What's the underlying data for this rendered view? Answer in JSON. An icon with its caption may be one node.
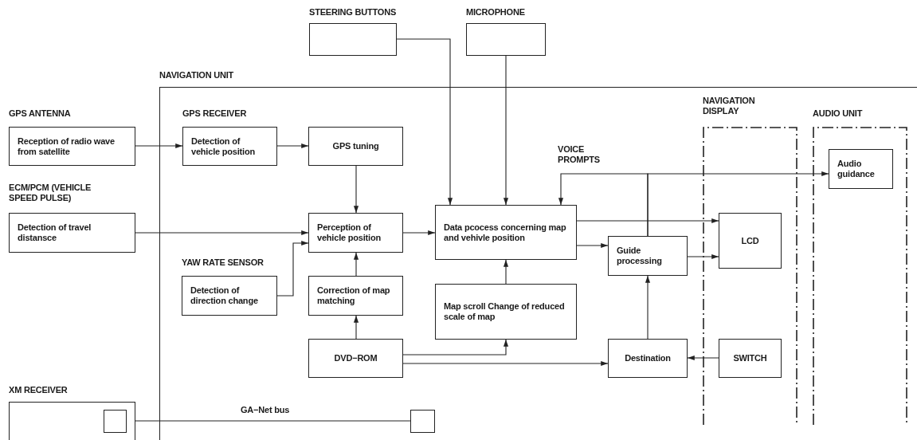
{
  "diagram": {
    "nodes": [
      {
        "text": [
          "NAVIGATION UNIT"
        ]
      },
      {
        "text": [
          "GPS ANTENNA",
          "Reception of radio wave from satellite"
        ]
      },
      {
        "text": [
          "ECM/PCM (VEHICLE SPEED PULSE)",
          "Detection of travel distansce"
        ]
      },
      {
        "text": [
          "XM RECEIVER"
        ]
      },
      {
        "text": [],
        "shape": "box",
        "in": 3
      },
      {
        "text": [
          "STEERING BUTTONS"
        ]
      },
      {
        "text": [
          "MICROPHONE"
        ]
      },
      {
        "text": [
          "GPS RECEIVER",
          "Detection of vehicle position"
        ],
        "in": 0
      },
      {
        "text": [
          "GPS tuning"
        ],
        "in": 0
      },
      {
        "text": [
          "Perception of vehicle position"
        ],
        "in": 0
      },
      {
        "text": [
          "YAW RATE SENSOR",
          "Detection of direction change"
        ],
        "in": 0
      },
      {
        "text": [
          "Correction of map matching"
        ],
        "in": 0
      },
      {
        "text": [
          "DVD−ROM"
        ],
        "in": 0
      },
      {
        "text": [
          "Data pcocess concerning map and vehivle position"
        ],
        "in": 0
      },
      {
        "text": [
          "Map scroll Change of reduced scale of map"
        ],
        "in": 0
      },
      {
        "text": [
          "Guide processing"
        ],
        "in": 0
      },
      {
        "text": [
          "Destination"
        ],
        "in": 0
      },
      {
        "text": [
          "NAVIGATION DISPLAY"
        ],
        "in": 0
      },
      {
        "text": [
          "LCD"
        ],
        "in": 17
      },
      {
        "text": [
          "SWITCH"
        ],
        "in": 17
      },
      {
        "text": [
          "AUDIO UNIT"
        ],
        "in": 0
      },
      {
        "text": [
          "Audio guidance"
        ],
        "in": 20
      },
      {
        "text": [],
        "shape": "box",
        "in": 0
      }
    ],
    "edges": [
      {
        "from": 1,
        "to": 7,
        "arrow": "to"
      },
      {
        "from": 7,
        "to": 8,
        "arrow": "to"
      },
      {
        "from": 8,
        "to": 9,
        "arrow": "to"
      },
      {
        "from": 2,
        "to": 9,
        "arrow": "to"
      },
      {
        "from": 10,
        "to": 9,
        "arrow": "to"
      },
      {
        "from": 11,
        "to": 9,
        "arrow": "to"
      },
      {
        "from": 12,
        "to": 11,
        "arrow": "to"
      },
      {
        "from": 9,
        "to": 13,
        "arrow": "to"
      },
      {
        "from": 5,
        "to": 13,
        "arrow": "to"
      },
      {
        "from": 6,
        "to": 13,
        "arrow": "to"
      },
      {
        "from": 14,
        "to": 13,
        "arrow": "to"
      },
      {
        "from": 12,
        "to": 14,
        "arrow": "to"
      },
      {
        "from": 12,
        "to": 16,
        "arrow": "to"
      },
      {
        "from": 13,
        "to": 18,
        "arrow": "to"
      },
      {
        "from": 13,
        "to": 15,
        "arrow": "to"
      },
      {
        "from": 15,
        "to": 18,
        "arrow": "to"
      },
      {
        "from": 16,
        "to": 15,
        "arrow": "to"
      },
      {
        "from": 19,
        "to": 16,
        "arrow": "to"
      },
      {
        "from": 15,
        "to": 13,
        "arrow": "to",
        "label": "VOICE PROMPTS"
      },
      {
        "from": 15,
        "to": 21,
        "arrow": "to"
      },
      {
        "from": 4,
        "to": 22,
        "arrow": "none",
        "label": "GA−Net bus"
      }
    ]
  }
}
